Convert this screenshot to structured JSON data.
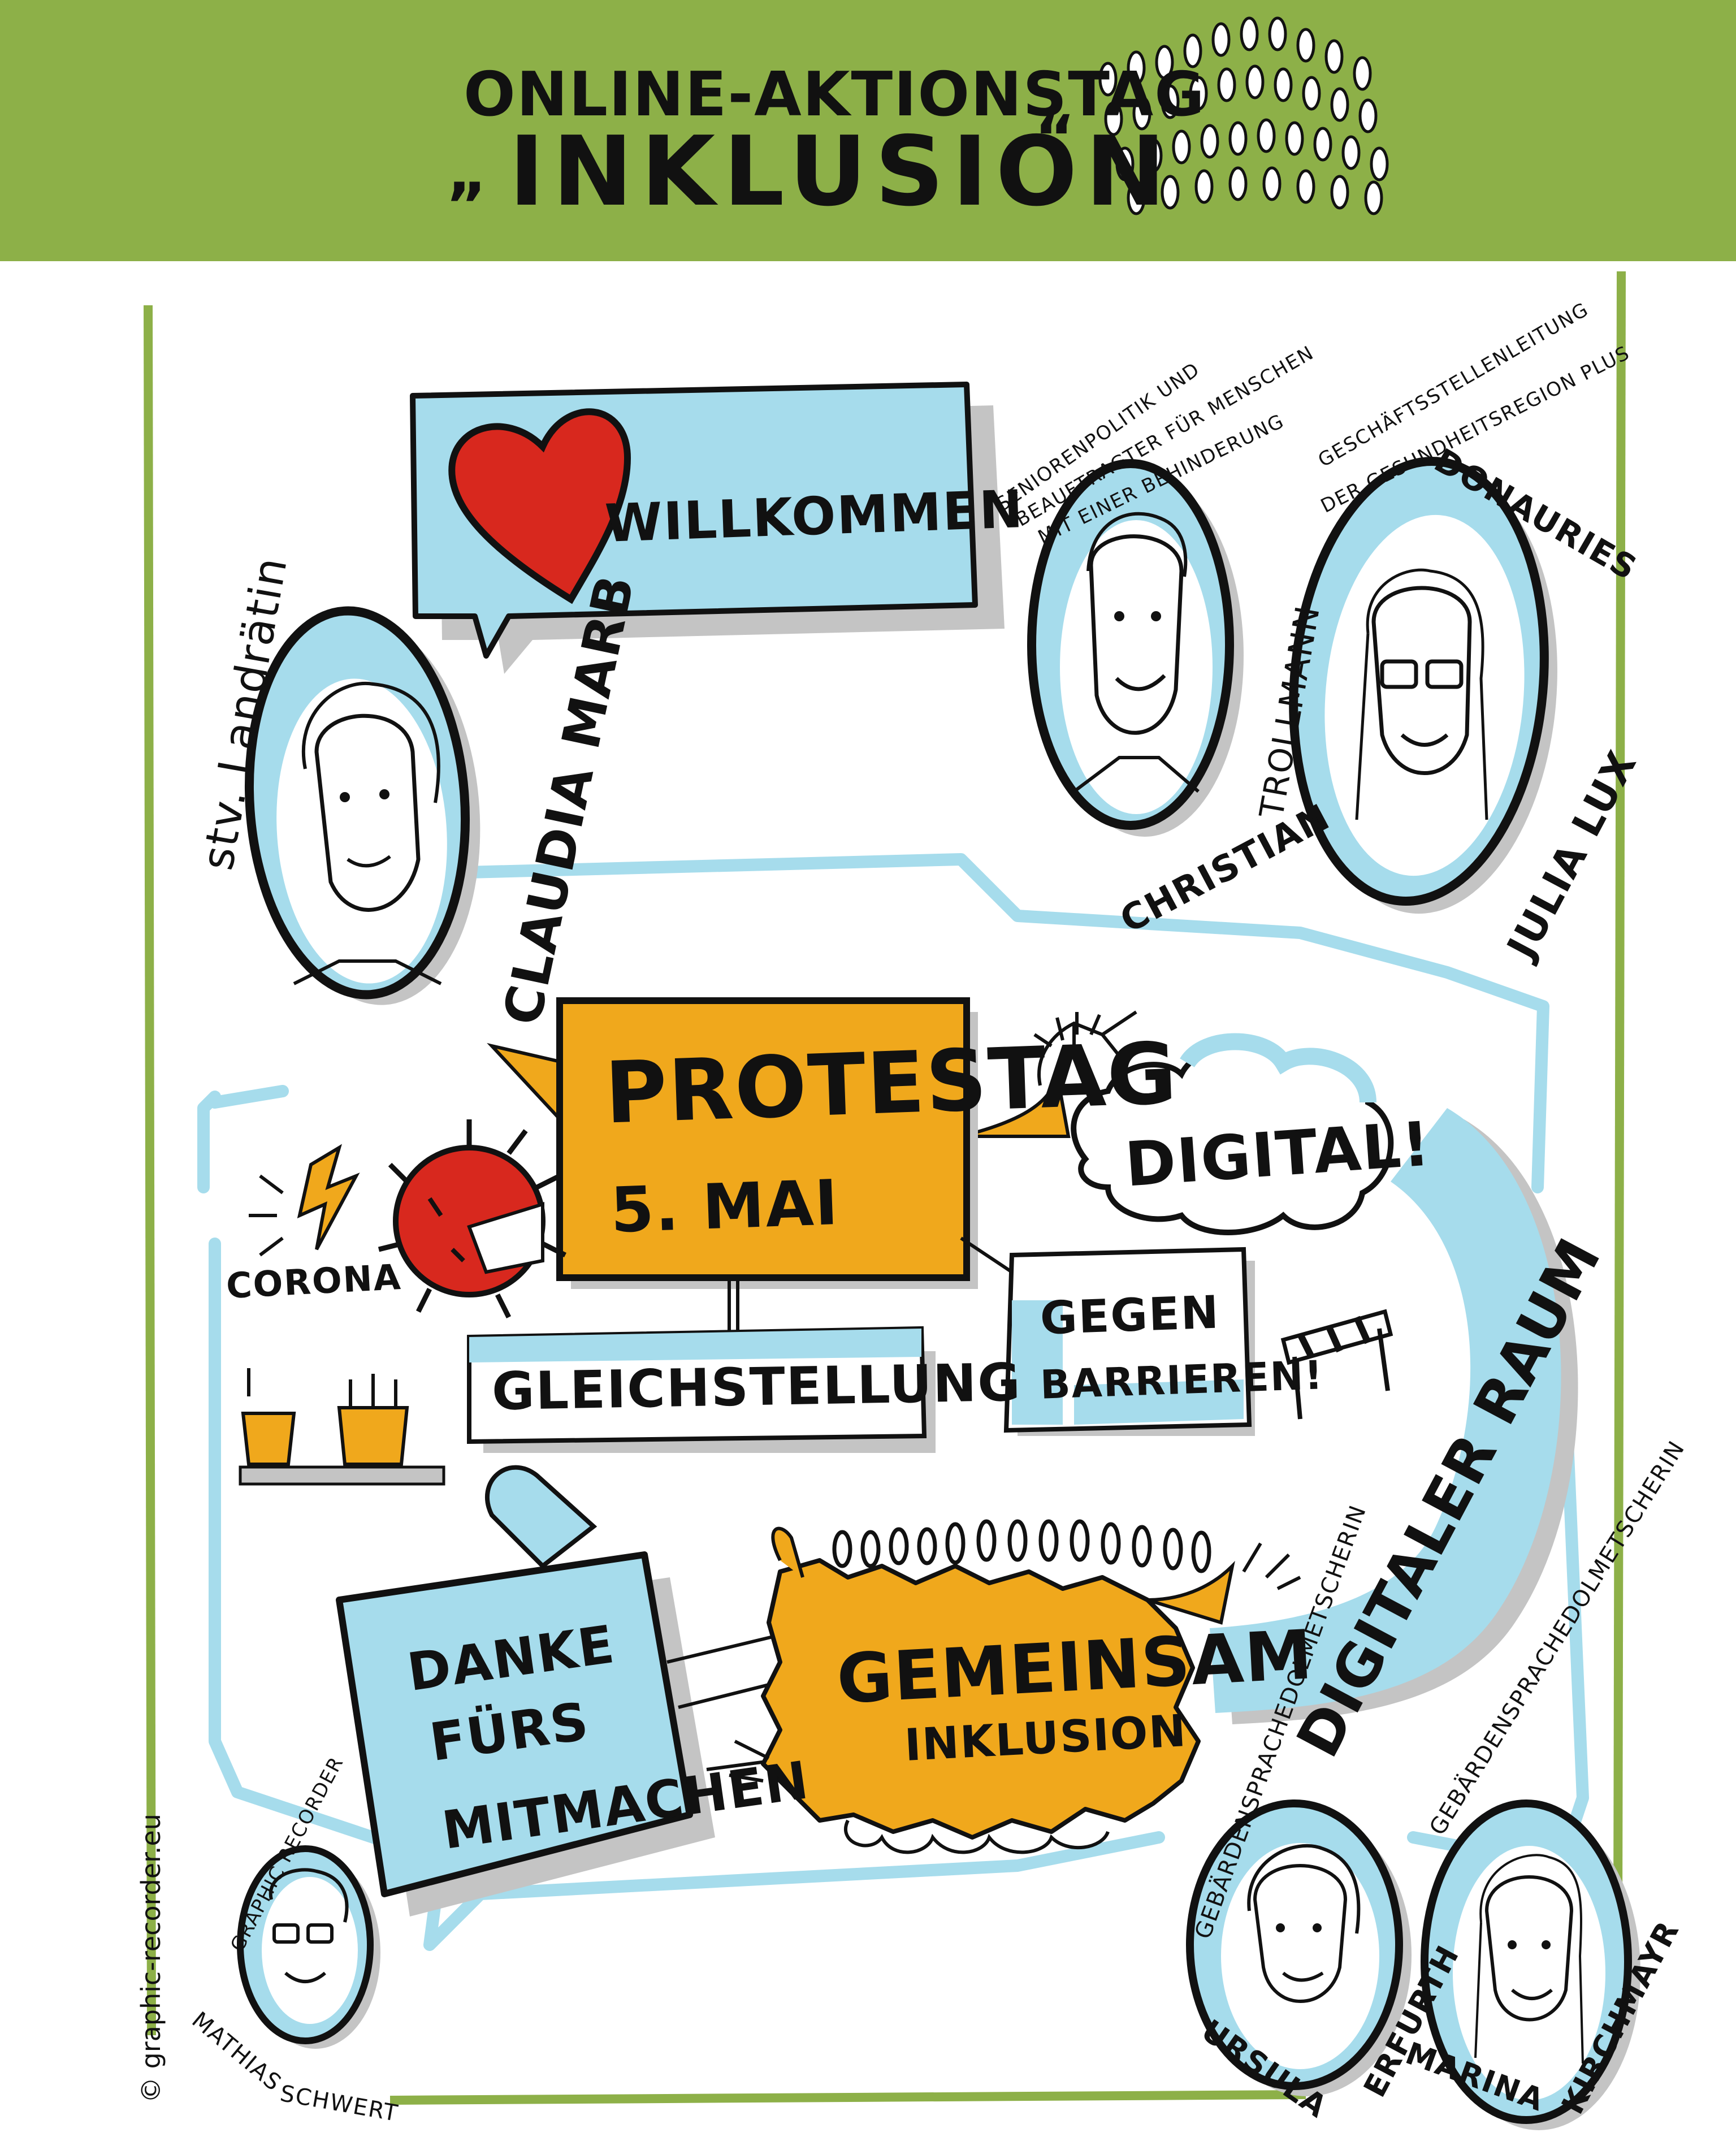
{
  "colors": {
    "banner": "#8db048",
    "blue": "#a6dcec",
    "orange": "#f0a81c",
    "red": "#d8281e",
    "ink": "#111111",
    "shadow": "#c4c4c4",
    "frame_green": "#8db048"
  },
  "header": {
    "title_line1": "ONLINE-AKTIONSTAG",
    "quote_open": "„",
    "title_line2": "INKLUSION",
    "quote_close": "“",
    "crowd_icon": "people-crowd-icon"
  },
  "welcome": {
    "text": "WILLKOMMEN",
    "icon": "heart-icon"
  },
  "speakers": {
    "claudia": {
      "role": "stv. Landrätin",
      "name": "CLAUDIA MARB"
    },
    "christian": {
      "role_line1": "SENIORENPOLITIK UND",
      "role_line2": "BEAUFTRAGTER FÜR MENSCHEN",
      "role_line3": "MIT EINER BEHINDERUNG",
      "first_name": "CHRISTIAN",
      "last_name": "TROLLMANN"
    },
    "julia": {
      "role_line1": "GESCHÄFTSSTELLENLEITUNG",
      "role_line2": "DER GESUNDHEITSREGION PLUS",
      "role_line3": "DONAURIES",
      "name": "JULIA LUX"
    },
    "ursula": {
      "role": "GEBÄRDENSPRACHEDOLMETSCHERIN",
      "first_name": "URSULA",
      "last_name": "ERFURTH"
    },
    "marina": {
      "role": "GEBÄRDENSPRACHEDOLMETSCHERIN",
      "first_name": "MARINA",
      "last_name": "KIRCHMAYR"
    },
    "mathias": {
      "role": "GRAPHIC RECORDER",
      "first_name": "MATHIAS",
      "last_name": "SCHWERT"
    }
  },
  "content": {
    "protest_line1": "PROTESTAG",
    "protest_line2": "5. MAI",
    "corona": "CORONA",
    "gleichstellung": "GLEICHSTELLUNG",
    "gegen_line1": "GEGEN",
    "gegen_line2": "BARRIEREN!",
    "digital": "DIGITAL!",
    "digitaler_raum": "DIGITALER RAUM",
    "gemeinsam": "GEMEINSAM",
    "inklusion": "INKLUSION",
    "danke_line1": "DANKE",
    "danke_line2": "FÜRS",
    "danke_line3": "MITMACHEN"
  },
  "credit": "© graphic-recorder.eu"
}
